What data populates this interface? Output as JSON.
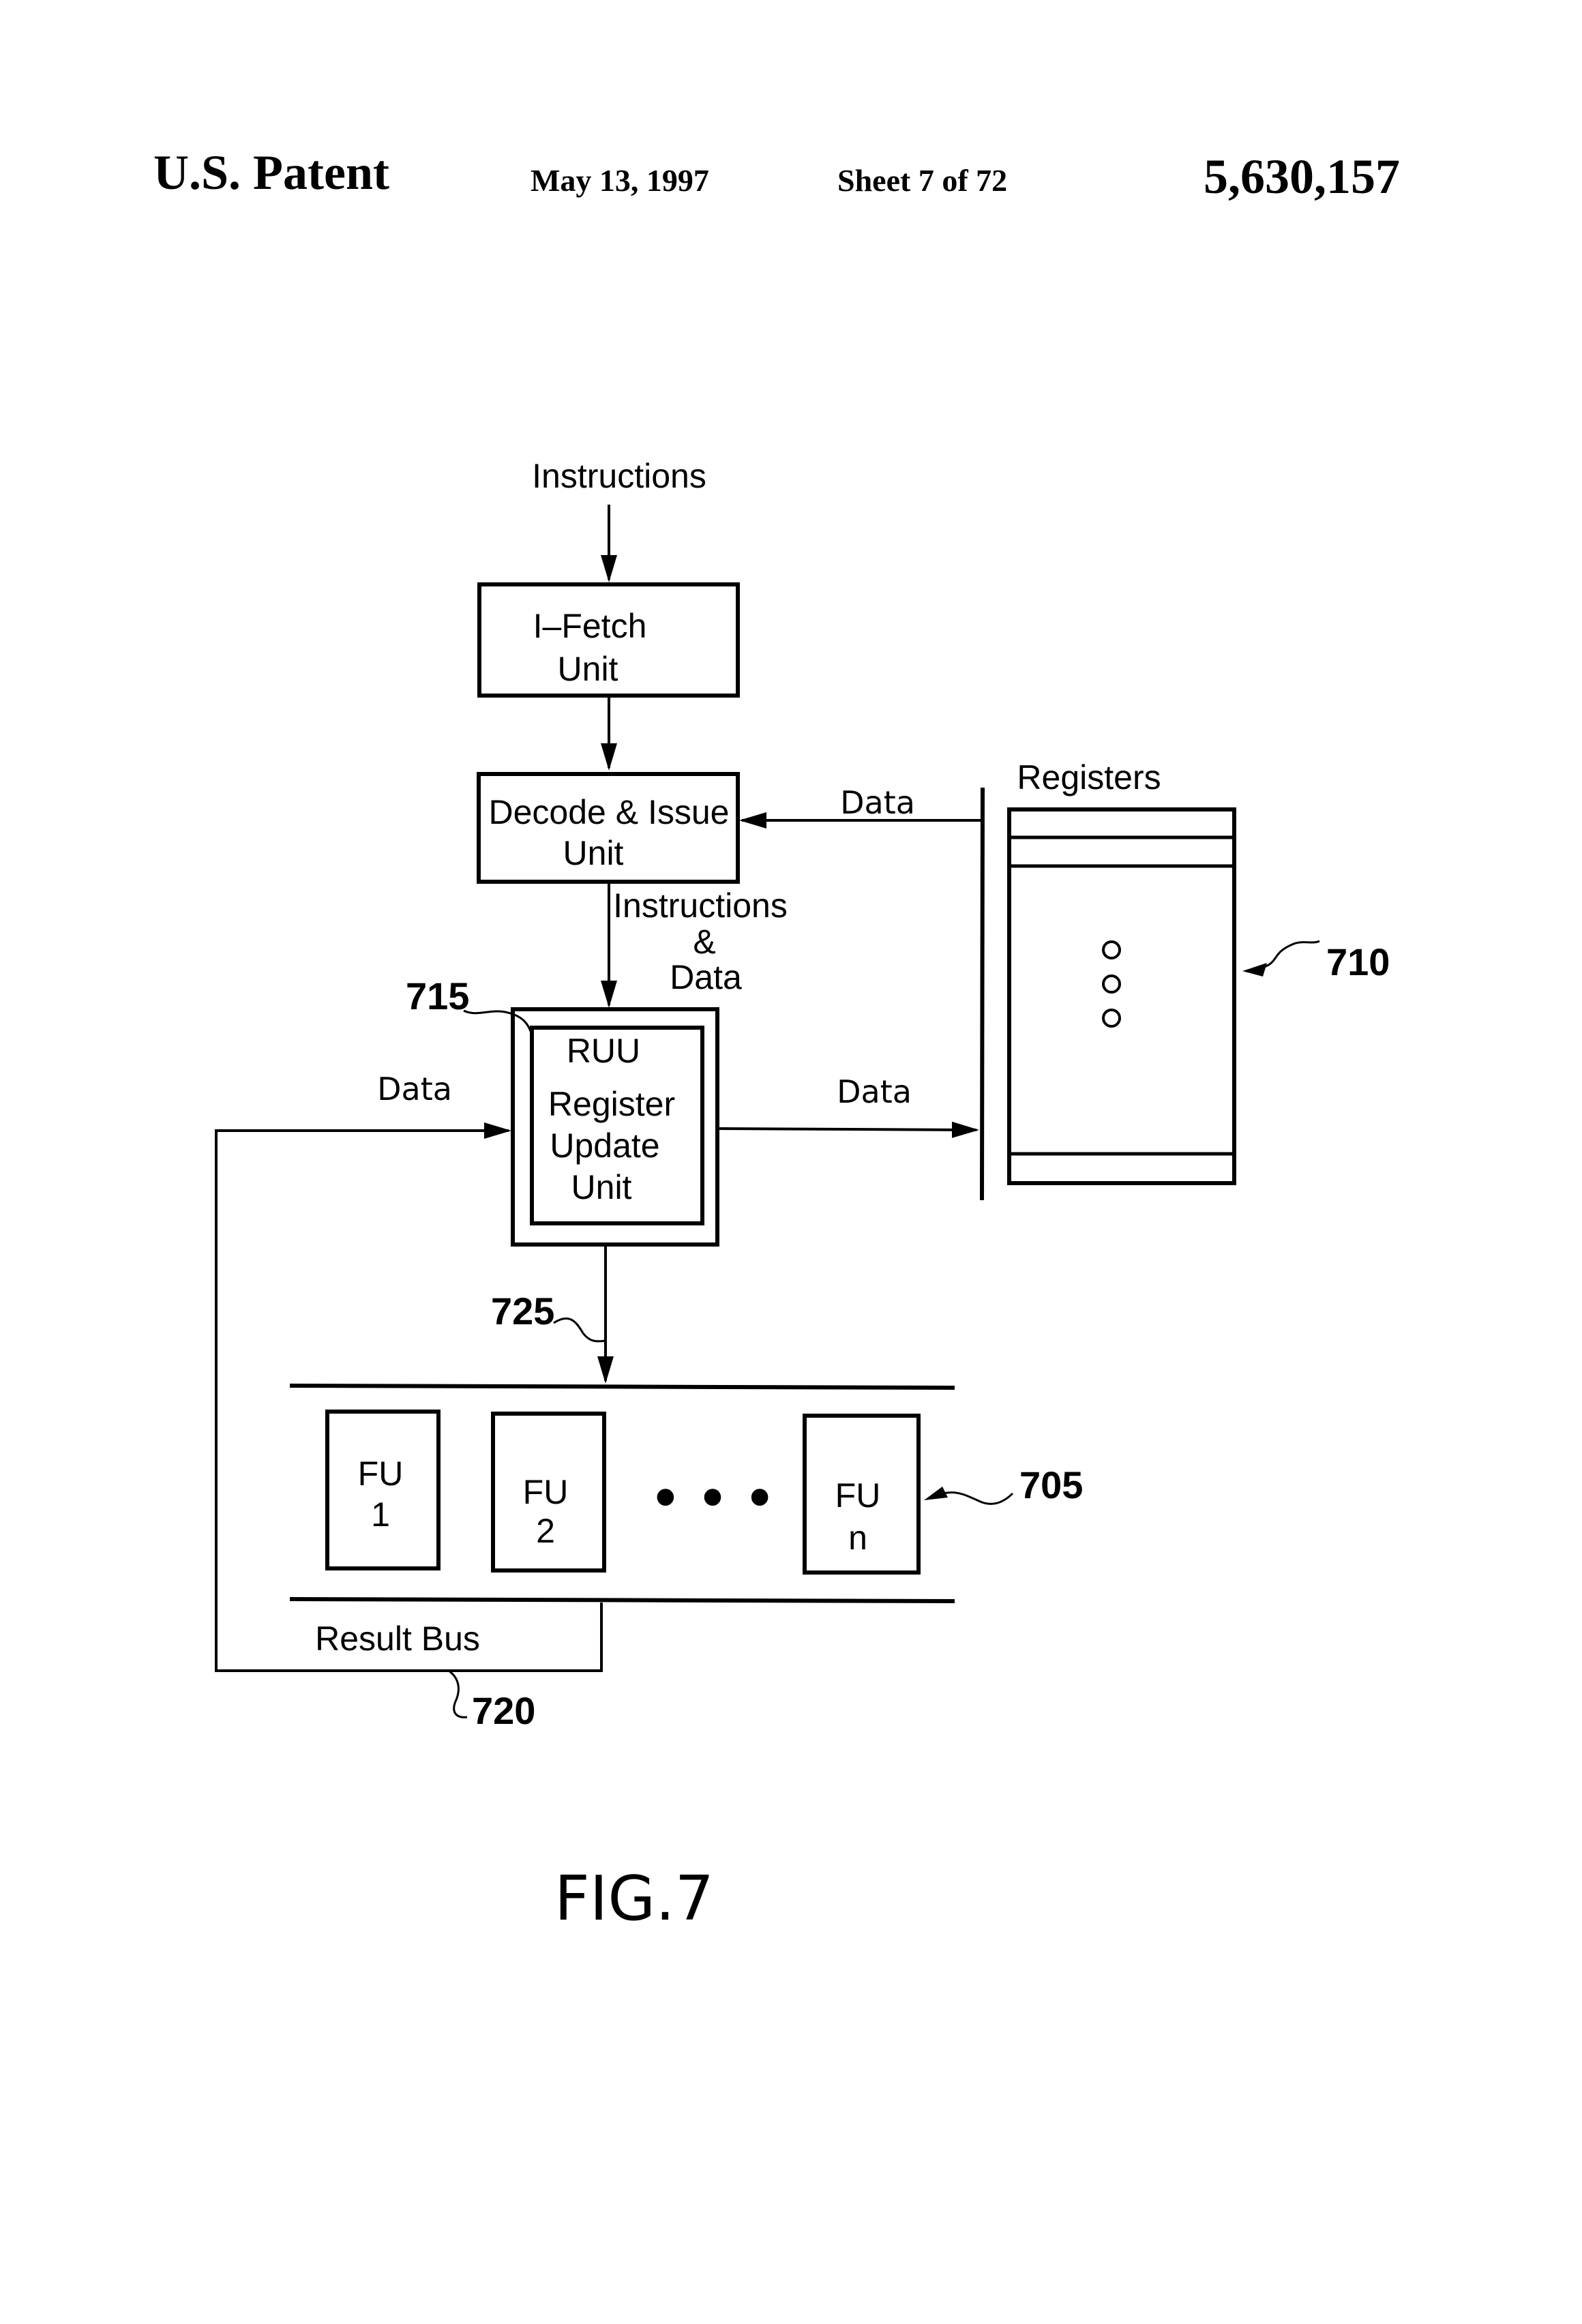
{
  "header": {
    "title": "U.S. Patent",
    "date": "May 13, 1997",
    "sheet": "Sheet 7 of 72",
    "patent_number": "5,630,157"
  },
  "diagram": {
    "input_label": "Instructions",
    "ifetch": {
      "line1": "I–Fetch",
      "line2": "Unit"
    },
    "decode": {
      "line1": "Decode  &  Issue",
      "line2": "Unit"
    },
    "decode_to_ruu_label": {
      "line1": "Instructions",
      "line2": "&",
      "line3": "Data"
    },
    "registers_to_decode_label": "Data",
    "ruu_to_registers_label": "Data",
    "feedback_label": "Data",
    "registers": {
      "title": "Registers",
      "ellipsis_glyph": "○"
    },
    "ruu": {
      "line1": "RUU",
      "line2": "Register",
      "line3": "Update",
      "line4": "Unit"
    },
    "functional_units": [
      {
        "line1": "FU",
        "line2": "1"
      },
      {
        "line1": "FU",
        "line2": "2"
      },
      {
        "line1": "FU",
        "line2": "n"
      }
    ],
    "fu_ellipsis": "• • •",
    "result_bus_label": "Result  Bus",
    "refs": {
      "ruu": "715",
      "registers": "710",
      "fu_group": "705",
      "result_bus": "720",
      "ruu_output": "725"
    },
    "figure_label": "FIG.7"
  }
}
